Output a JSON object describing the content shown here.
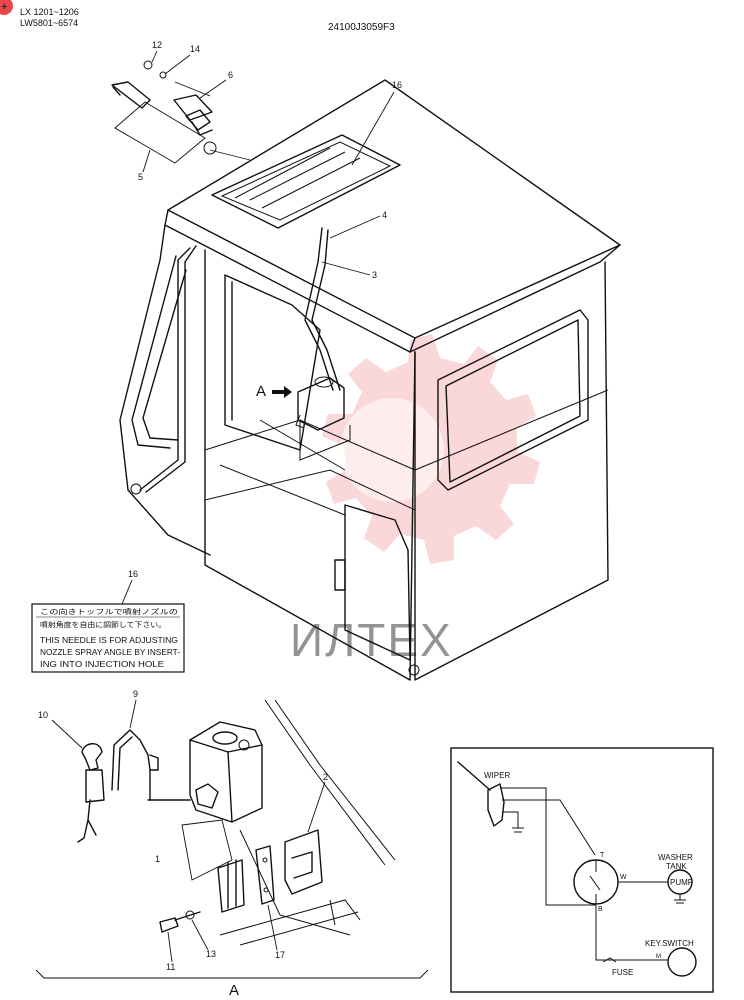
{
  "header": {
    "range_line_1": "LX 1201~1206",
    "range_line_2": "LW5801~6574",
    "drawing_number": "24100J3059F3"
  },
  "watermark": {
    "text": "ИЛТЕХ",
    "color": "#e8474c"
  },
  "callouts": {
    "n12": "12",
    "n14": "14",
    "n6": "6",
    "n5": "5",
    "n16": "16",
    "n4": "4",
    "n3": "3",
    "arrow_a": "A",
    "n16_label": "16",
    "n9": "9",
    "n10": "10",
    "n2": "2",
    "n1": "1",
    "n17": "17",
    "n13": "13",
    "n11": "11",
    "detail_a": "A"
  },
  "label_plate": {
    "jp_line_1": "この向きトッフルで噴射ノズルの",
    "jp_line_2": "噴射角度を自由に調節して下さい。",
    "en_line_1": "THIS NEEDLE IS FOR ADJUSTING",
    "en_line_2": "NOZZLE SPRAY ANGLE BY INSERT-",
    "en_line_3": "ING INTO INJECTION HOLE"
  },
  "circuit": {
    "wiper": "WIPER",
    "washer_tank_1": "WASHER",
    "washer_tank_2": "TANK",
    "pump": "PUMP",
    "key_switch": "KEY.SWITCH",
    "fuse": "FUSE",
    "terminal_t": "T",
    "terminal_w": "W",
    "terminal_b": "B",
    "terminal_m": "M"
  },
  "icons": [
    "plus-badge-icon",
    "arrow-right-icon"
  ]
}
